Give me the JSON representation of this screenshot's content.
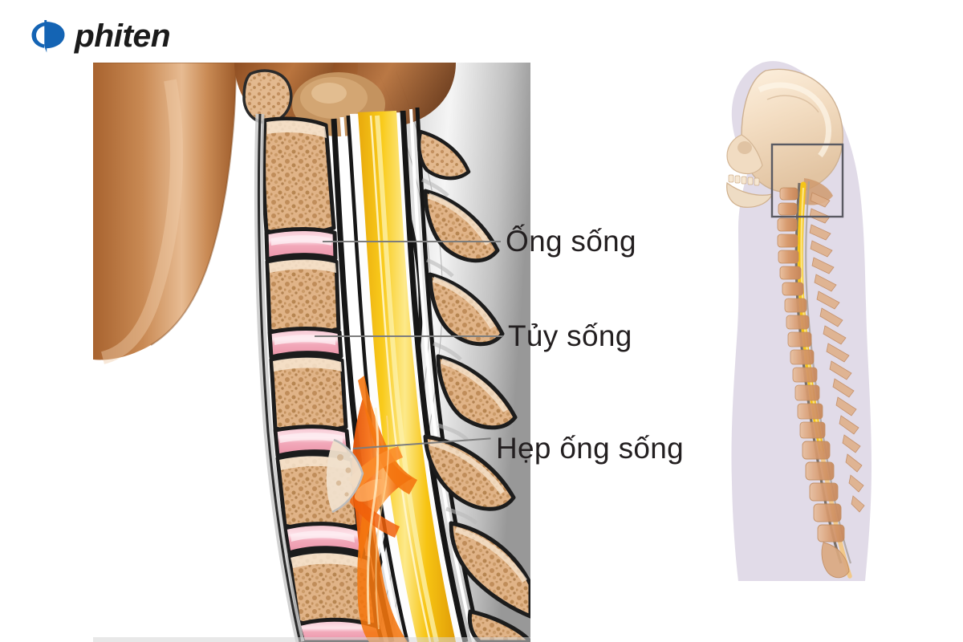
{
  "brand": {
    "name": "phiten",
    "mark_icon": "phi-symbol-icon",
    "mark_color": "#1464b4",
    "wordmark_color": "#1b1b1b"
  },
  "illustration": {
    "title": "Cervical spine sagittal cross-section",
    "type": "medical-anatomical-illustration",
    "view": "lateral sagittal section of cervical spine",
    "colors": {
      "vertebral_bone": "#dda97b",
      "trabecular_dark": "#b2814e",
      "cortical_rim": "#f6e4cf",
      "intervertebral_disc": "#f4b3c2",
      "disc_highlight": "#fbd9e2",
      "spinal_cord": "#f5c518",
      "spinal_cord_highlight": "#fde98a",
      "stenosis_compression": "#f26a14",
      "dura_outline": "#111111",
      "soft_tissue": "#d8d8d8",
      "skin_muscle": "#c07a47",
      "background": "#ffffff"
    },
    "structures": [
      "skull base",
      "cervical vertebral bodies",
      "intervertebral discs",
      "spinous processes",
      "spinal canal",
      "spinal cord",
      "stenotic compression zone",
      "posterior ligaments"
    ]
  },
  "callouts": [
    {
      "id": "spinal-canal",
      "label": "Ống sống",
      "meaning": "spinal canal",
      "line_color": "#7d7d7d"
    },
    {
      "id": "spinal-cord",
      "label": "Tủy sống",
      "meaning": "spinal cord",
      "line_color": "#7d7d7d"
    },
    {
      "id": "stenosis",
      "label": "Hẹp ống sống",
      "meaning": "spinal stenosis",
      "line_color": "#7d7d7d"
    }
  ],
  "reference_figure": {
    "title": "Lateral whole-spine orientation figure",
    "highlight_box_label": "cervical-region-highlight",
    "highlight_box_color": "#5a5a62",
    "colors": {
      "body_silhouette": "#ded8e6",
      "skull_bone": "#f2ddc4",
      "vertebrae": "#dda87f",
      "spinal_cord": "#f5c518",
      "cord_lower": "#f2c98a",
      "canal_outline": "#7a7068"
    }
  }
}
